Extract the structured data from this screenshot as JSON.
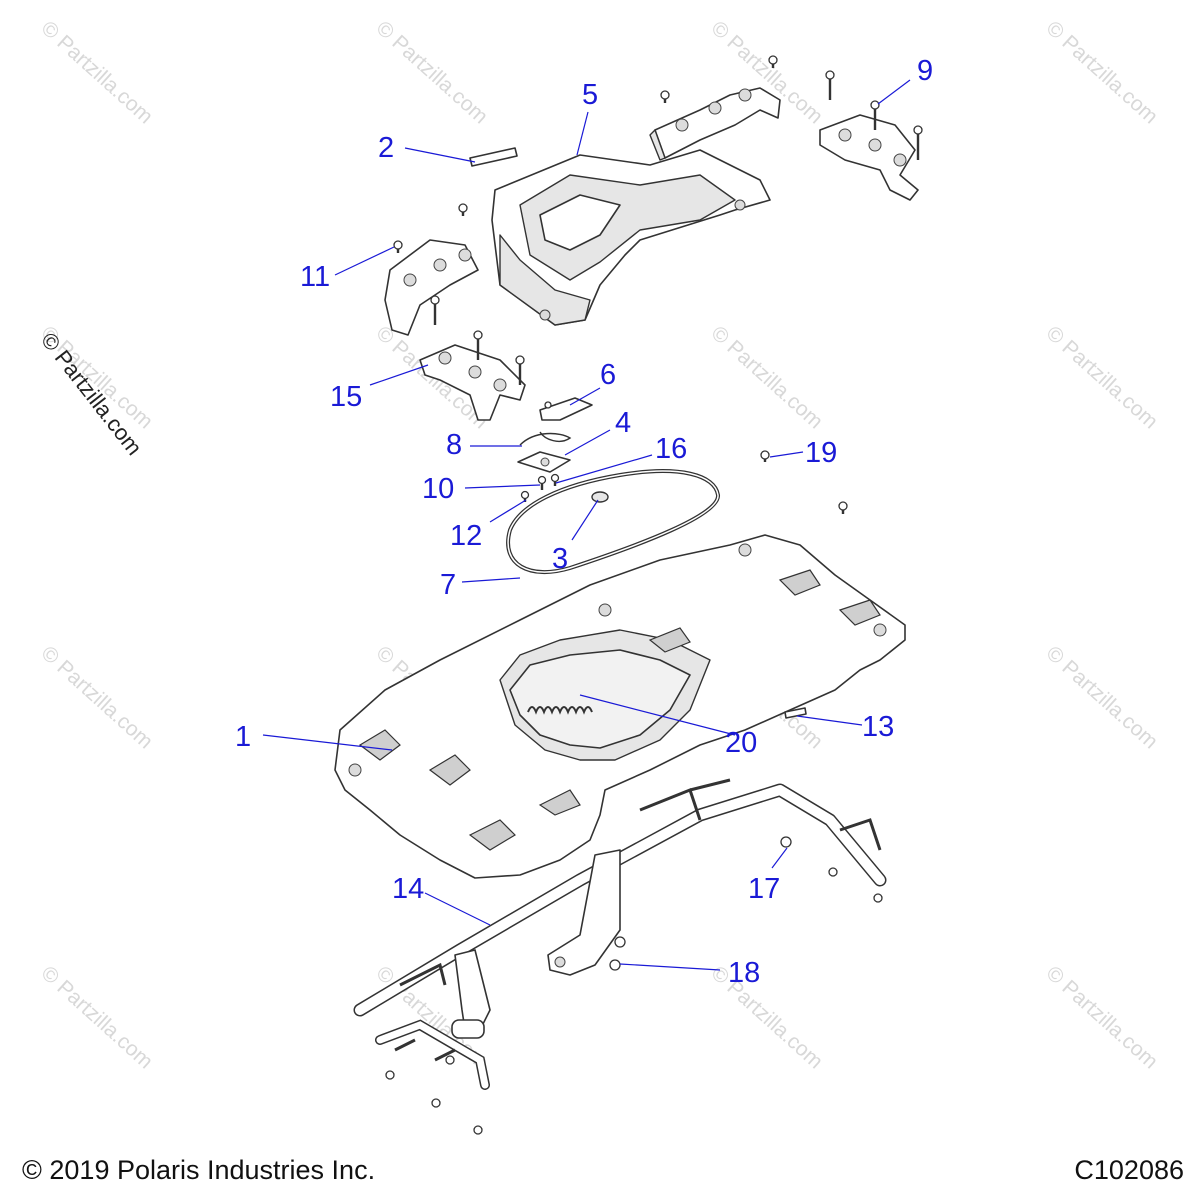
{
  "watermark": "© Partzilla.com",
  "side_watermark": "© Partzilla.com",
  "callouts": [
    "1",
    "2",
    "3",
    "4",
    "5",
    "6",
    "7",
    "8",
    "9",
    "10",
    "11",
    "12",
    "13",
    "14",
    "15",
    "16",
    "17",
    "18",
    "19",
    "20"
  ],
  "footer": {
    "copyright": "© 2019 Polaris Industries Inc.",
    "drawing_id": "C102086"
  },
  "colors": {
    "callout": "#1a1ad6",
    "line": "#333333",
    "watermark": "#d8d8d8"
  }
}
